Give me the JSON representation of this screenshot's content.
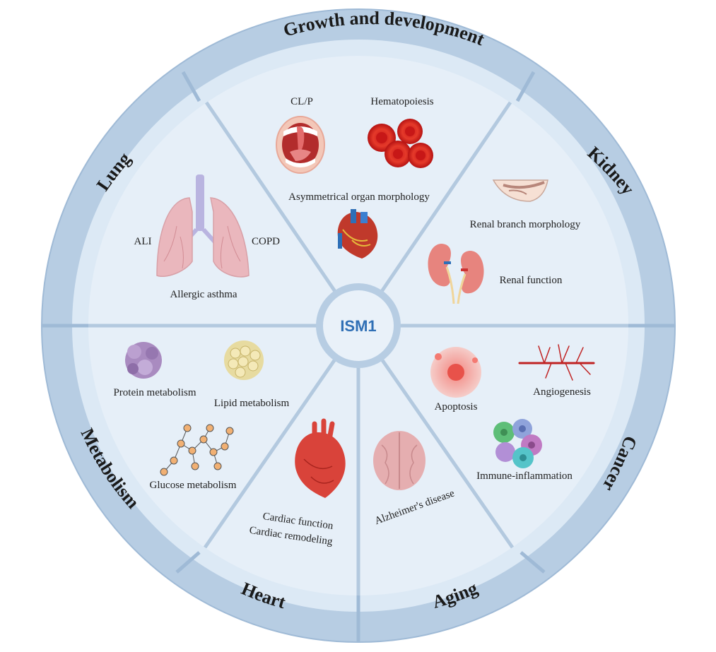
{
  "center": {
    "label": "ISM1",
    "color": "#2f6fb5"
  },
  "colors": {
    "ring": "#b7cde3",
    "ring_inner": "#dce9f5",
    "sector": "#e6eff8",
    "divider": "#b3c9df",
    "edge": "#9fbad6"
  },
  "categories": [
    {
      "key": "growth",
      "label": "Growth and development"
    },
    {
      "key": "kidney",
      "label": "Kidney"
    },
    {
      "key": "cancer",
      "label": "Cancer"
    },
    {
      "key": "aging",
      "label": "Aging"
    },
    {
      "key": "heart",
      "label": "Heart"
    },
    {
      "key": "metabolism",
      "label": "Metabolism"
    },
    {
      "key": "lung",
      "label": "Lung"
    }
  ],
  "labels": {
    "clp": "CL/P",
    "hematopoiesis": "Hematopoiesis",
    "asymmetrical": "Asymmetrical organ morphology",
    "renal_branch": "Renal branch morphology",
    "renal_function": "Renal function",
    "ali": "ALI",
    "copd": "COPD",
    "allergic_asthma": "Allergic asthma",
    "protein_metabolism": "Protein metabolism",
    "lipid_metabolism": "Lipid metabolism",
    "glucose_metabolism": "Glucose metabolism",
    "cardiac_function": "Cardiac function",
    "cardiac_remodeling": "Cardiac remodeling",
    "alzheimers": "Alzheimer's disease",
    "apoptosis": "Apoptosis",
    "angiogenesis": "Angiogenesis",
    "immune_inflammation": "Immune-inflammation"
  },
  "icons": [
    "open-mouth-icon",
    "red-blood-cells-icon",
    "heart-anatomy-icon",
    "renal-branch-icon",
    "kidneys-icon",
    "lungs-icon",
    "protein-cluster-icon",
    "fat-cells-icon",
    "glucose-chain-icon",
    "heart-icon",
    "brain-icon",
    "apoptotic-cell-icon",
    "blood-vessels-icon",
    "immune-cells-icon"
  ]
}
